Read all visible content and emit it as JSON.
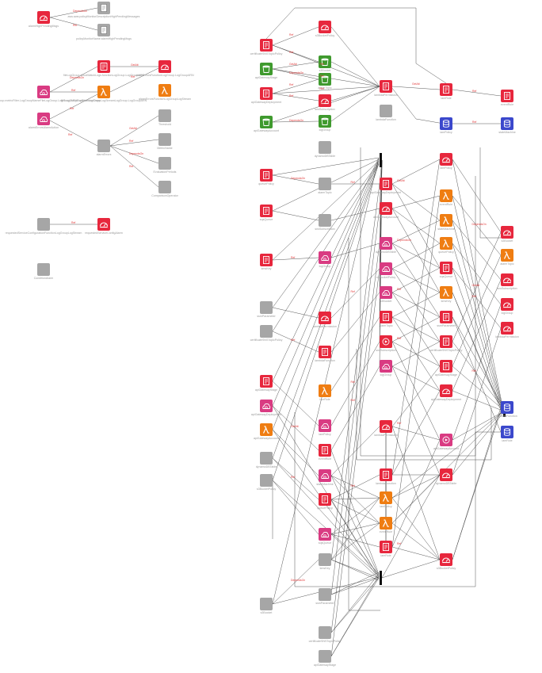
{
  "colors": {
    "management": "#e7273d",
    "storage": "#3f9a2e",
    "compute": "#ef7d12",
    "integration": "#d93b82",
    "database": "#3b48cc",
    "generic": "#a6a6a6",
    "edge": "#444444",
    "edge_label": "#e23b3b",
    "label": "#9a9a9a"
  },
  "nodes": [
    {
      "id": "n_alarm_top",
      "icon": "cloudwatch-alarm-icon",
      "color": "management",
      "label": "alarmHighPendingMsgs"
    },
    {
      "id": "n_g1",
      "icon": "generic-resource-icon",
      "color": "generic",
      "label": "aws:aws:policyMonitorDescriptionHighPendingMessages"
    },
    {
      "id": "n_g2",
      "icon": "generic-resource-icon",
      "color": "generic",
      "label": "policyMonitorName:alarmHighPendingMsgs"
    },
    {
      "id": "n_lg_a",
      "icon": "log-group-icon",
      "color": "management",
      "label": "fileLogGroup.cloudWatchLogs.functionLogGroup.LogGroupARN"
    },
    {
      "id": "n_sf_a",
      "icon": "metric-filter-icon",
      "color": "integration",
      "label": "FileLogGroup.metricFilter.LogGroupNameFileLogGroup.LogGroupARNLogRetentionDays"
    },
    {
      "id": "n_fn_a",
      "icon": "lambda-icon",
      "color": "compute",
      "label": "fileLogGroupFunctionLogGroupLogStreamLogGroup.LogGroupARN"
    },
    {
      "id": "n_alarm_a",
      "icon": "cloudwatch-alarm-icon",
      "color": "management",
      "label": "alarmErrorsFunctionLogGroup.LogGroupARN"
    },
    {
      "id": "n_fn_b",
      "icon": "lambda-icon",
      "color": "compute",
      "label": "alarmErrorsFunctionLogGroupLogStream"
    },
    {
      "id": "n_sub_b",
      "icon": "subscription-icon",
      "color": "integration",
      "label": "alarmErrorsAlarmAction"
    },
    {
      "id": "n_generic_hub",
      "icon": "generic-resource-icon",
      "color": "generic",
      "label": "alarmErrors"
    },
    {
      "id": "n_gg1",
      "icon": "generic-resource-icon",
      "color": "generic",
      "label": "Threshold"
    },
    {
      "id": "n_gg2",
      "icon": "generic-resource-icon",
      "color": "generic",
      "label": "MetricName"
    },
    {
      "id": "n_gg3",
      "icon": "generic-resource-icon",
      "color": "generic",
      "label": "EvaluationPeriods"
    },
    {
      "id": "n_gg4",
      "icon": "generic-resource-icon",
      "color": "generic",
      "label": "ComparisonOperator"
    },
    {
      "id": "n_gen_c",
      "icon": "generic-resource-icon",
      "color": "generic",
      "label": "requestedServiceConfigurationFunctionLogGroupLogStream"
    },
    {
      "id": "n_alarm_c",
      "icon": "cloudwatch-alarm-icon",
      "color": "management",
      "label": "requestedServiceConfigAlarm"
    },
    {
      "id": "n_cond",
      "icon": "generic-resource-icon",
      "color": "generic",
      "label": "ConditionAlarm"
    }
  ],
  "edge_labels": [
    "DependsOn",
    "Ref",
    "GetAtt",
    "Ref",
    "Ref",
    "DependsOn",
    "Ref",
    "Ref",
    "GetAtt",
    "Ref",
    "DependsOn",
    "Ref",
    "Ref",
    "Ref",
    "Ref",
    "Ref",
    "GetAtt",
    "DependsOn",
    "Ref",
    "Ref",
    "Ref",
    "Ref"
  ],
  "right_labels": [
    "certificateSNSTopicPolicy",
    "apiGatewayStage",
    "apiGatewayDeployment",
    "apiGatewayAccount",
    "dynamoDBTable",
    "s3BucketPolicy",
    "s3Bucket",
    "alarmTopic",
    "snsSubscription",
    "logGroup",
    "lambdaPermission",
    "lambdaFunction",
    "iamRole",
    "iamPolicy",
    "eventRule",
    "stateMachine",
    "queuePolicy",
    "sqsQueue",
    "kmsKey",
    "ssmParameter"
  ]
}
